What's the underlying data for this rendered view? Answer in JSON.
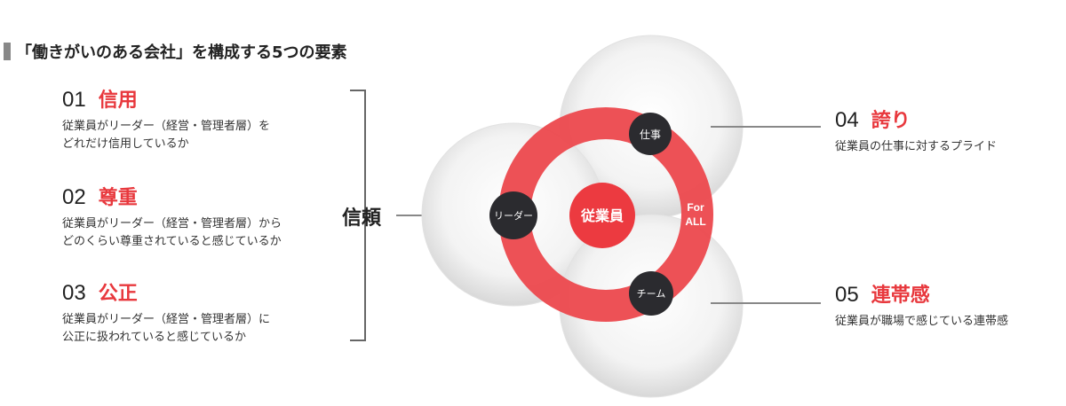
{
  "title": "「働きがいのある会社」を構成する5つの要素",
  "left_items": [
    {
      "number": "01",
      "word": "信用",
      "desc_line1": "従業員がリーダー（経営・管理者層）を",
      "desc_line2": "どれだけ信用しているか"
    },
    {
      "number": "02",
      "word": "尊重",
      "desc_line1": "従業員がリーダー（経営・管理者層）から",
      "desc_line2": "どのくらい尊重されていると感じているか"
    },
    {
      "number": "03",
      "word": "公正",
      "desc_line1": "従業員がリーダー（経営・管理者層）に",
      "desc_line2": "公正に扱われていると感じているか"
    }
  ],
  "group_label": "信頼",
  "diagram": {
    "center": "従業員",
    "node_top": "仕事",
    "node_left": "リーダー",
    "node_bottom": "チーム",
    "ring_label_line1": "For",
    "ring_label_line2": "ALL"
  },
  "right_items": [
    {
      "number": "04",
      "word": "誇り",
      "desc": "従業員の仕事に対するプライド"
    },
    {
      "number": "05",
      "word": "連帯感",
      "desc": "従業員が職場で感じている連帯感"
    }
  ],
  "colors": {
    "accent": "#e8383d",
    "node": "#2b2b2f",
    "text": "#222222"
  }
}
